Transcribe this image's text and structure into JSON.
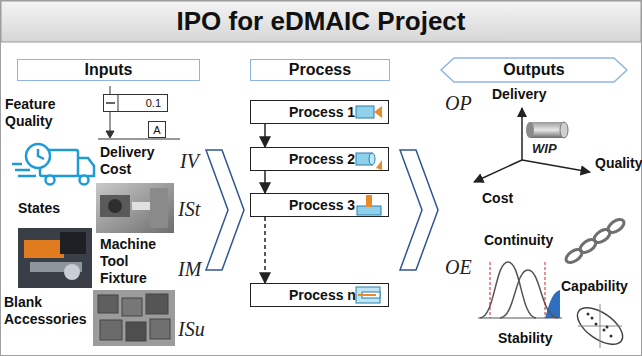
{
  "diagram": {
    "title": "IPO for eDMAIC Project",
    "nodes": [
      {
        "text": [
          "Inputs"
        ]
      },
      {
        "text": [
          "Process"
        ]
      },
      {
        "text": [
          "Outputs"
        ]
      },
      {
        "text": [
          "0.1"
        ]
      },
      {
        "text": [
          "A"
        ]
      },
      {
        "text": [
          "Process 1"
        ]
      },
      {
        "text": [
          "Process 2"
        ]
      },
      {
        "text": [
          "Process 3"
        ]
      },
      {
        "text": [
          "Process n"
        ]
      }
    ],
    "edges": [
      {
        "from": 5,
        "to": 6,
        "arrow": "to"
      },
      {
        "from": 6,
        "to": 7,
        "arrow": "to"
      },
      {
        "from": 7,
        "to": 8,
        "arrow": "to"
      }
    ],
    "labels": [
      "Feature Quality",
      "Delivery Cost",
      "IV",
      "States",
      "ISt",
      "Machine Tool Fixture",
      "IM",
      "Blank Accessories",
      "ISu",
      "OP",
      "Delivery",
      "Quality",
      "Cost",
      "WIP",
      "OE",
      "Continuity",
      "Capability",
      "Stability"
    ]
  }
}
